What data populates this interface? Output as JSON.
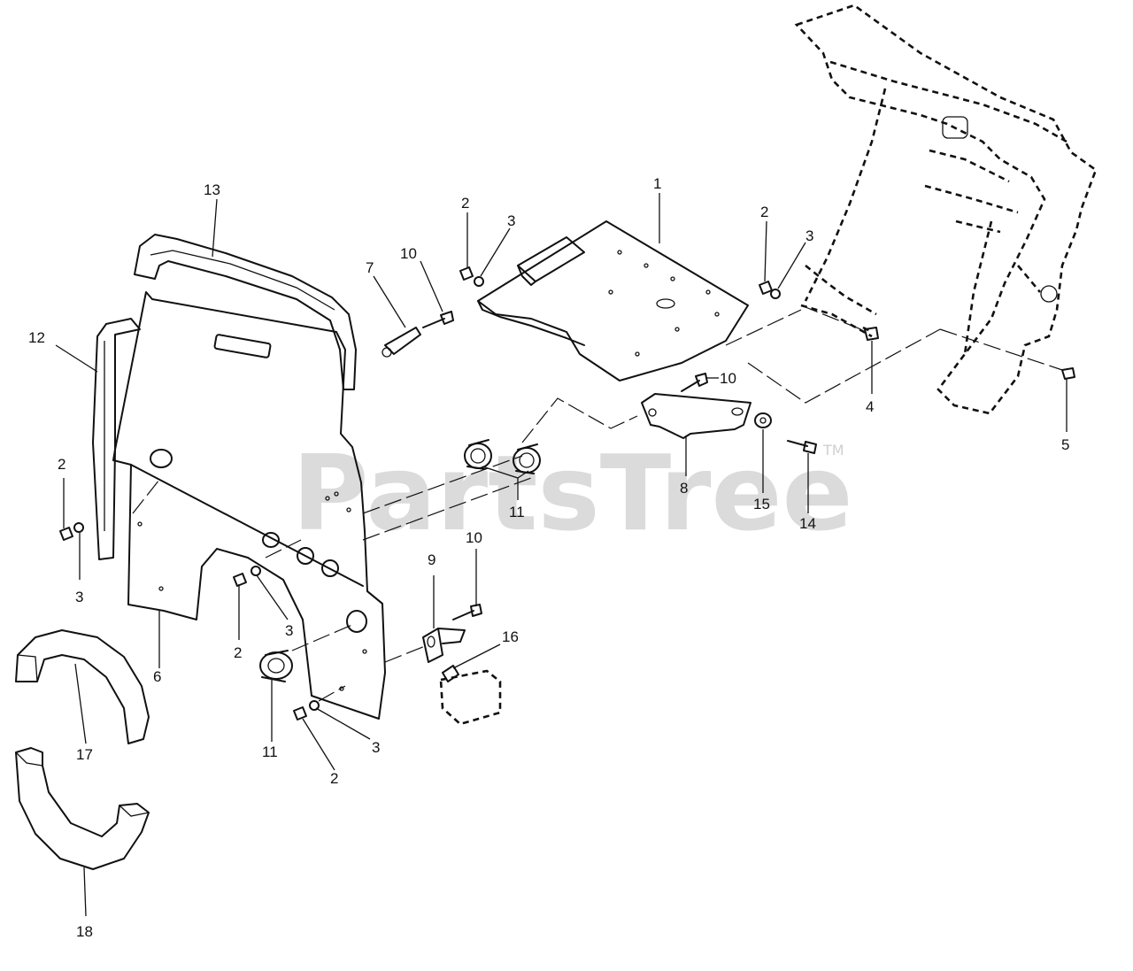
{
  "watermark": {
    "text": "PartsTree",
    "trademark": "TM"
  },
  "callouts": {
    "c1": "1",
    "c2a": "2",
    "c3a": "3",
    "c2b": "2",
    "c3b": "3",
    "c4": "4",
    "c5": "5",
    "c6": "6",
    "c7": "7",
    "c8": "8",
    "c9": "9",
    "c10a": "10",
    "c10b": "10",
    "c10c": "10",
    "c11a": "11",
    "c11b": "11",
    "c12": "12",
    "c13": "13",
    "c14": "14",
    "c15": "15",
    "c16": "16",
    "c17": "17",
    "c18": "18",
    "c2c": "2",
    "c3c": "3",
    "c2d": "2",
    "c3d": "3",
    "c2e": "2",
    "c3e": "3"
  },
  "colors": {
    "ink": "#111111",
    "watermark": "#cfcfcf",
    "background": "#ffffff"
  }
}
